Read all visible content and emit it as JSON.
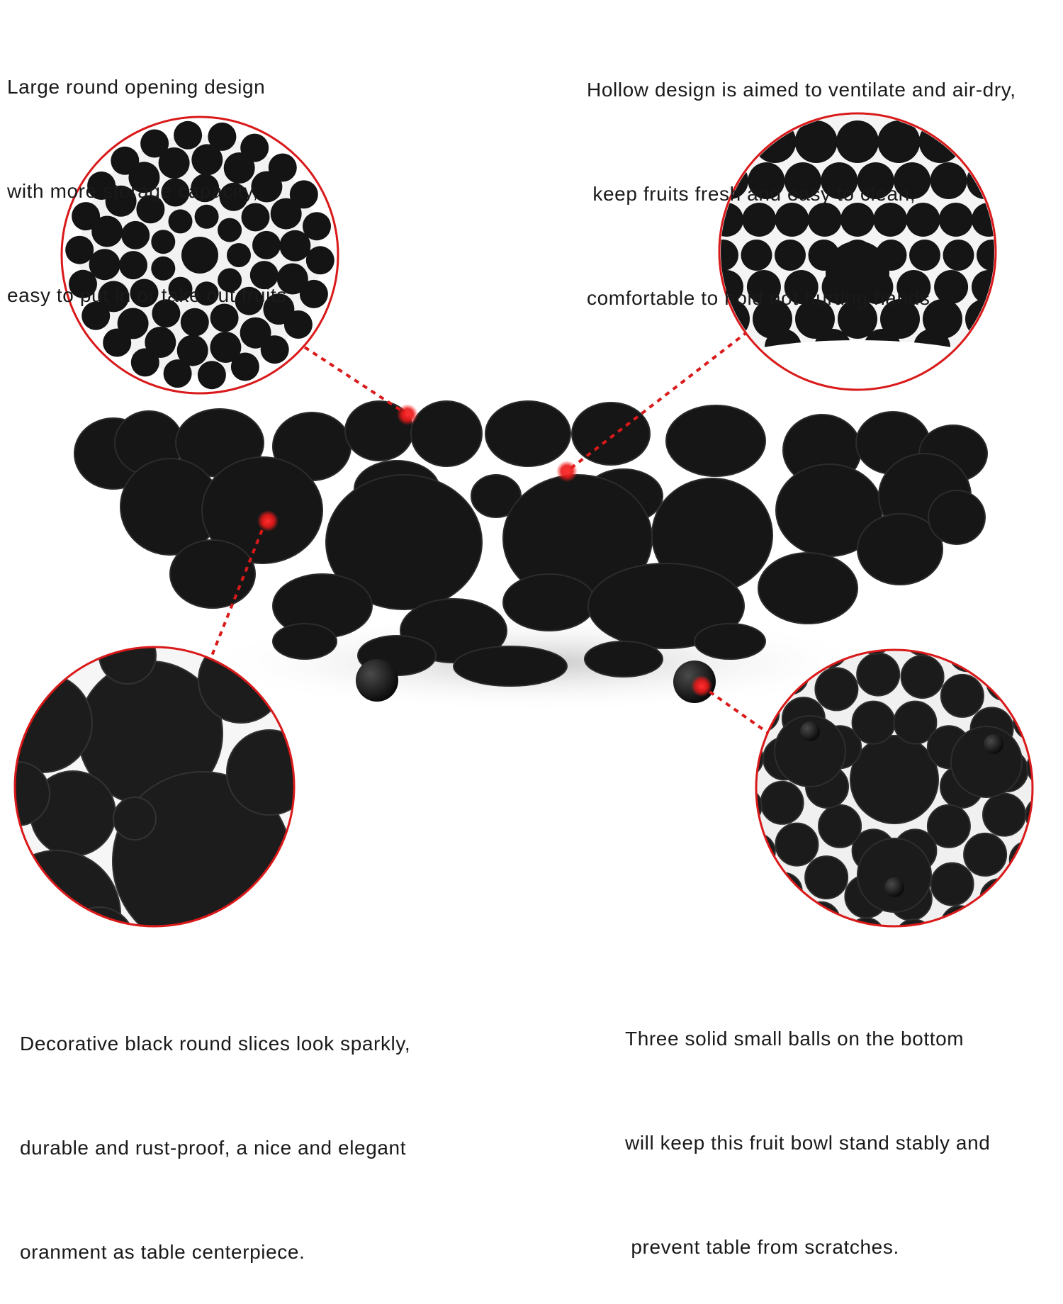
{
  "accent_color": "#d9191a",
  "bowl_color": "#161616",
  "callouts": [
    {
      "id": "top-left",
      "icon": "opening-zoom-icon",
      "lines": [
        "Large round opening design",
        "with more storage capacity,",
        "easy to put in or take out fruits."
      ]
    },
    {
      "id": "top-right",
      "icon": "hollow-zoom-icon",
      "lines": [
        "Hollow design is aimed to ventilate and air-dry,",
        " keep fruits fresh and easy to clean,",
        "comfortable to hold not hurting hands."
      ]
    },
    {
      "id": "bottom-left",
      "icon": "slices-zoom-icon",
      "lines": [
        "Decorative black round slices look sparkly,",
        "durable and rust-proof, a nice and elegant",
        "oranment as table centerpiece."
      ]
    },
    {
      "id": "bottom-right",
      "icon": "balls-zoom-icon",
      "lines": [
        "Three solid small balls on the bottom",
        "will keep this fruit bowl stand stably and",
        " prevent table from scratches."
      ]
    }
  ]
}
